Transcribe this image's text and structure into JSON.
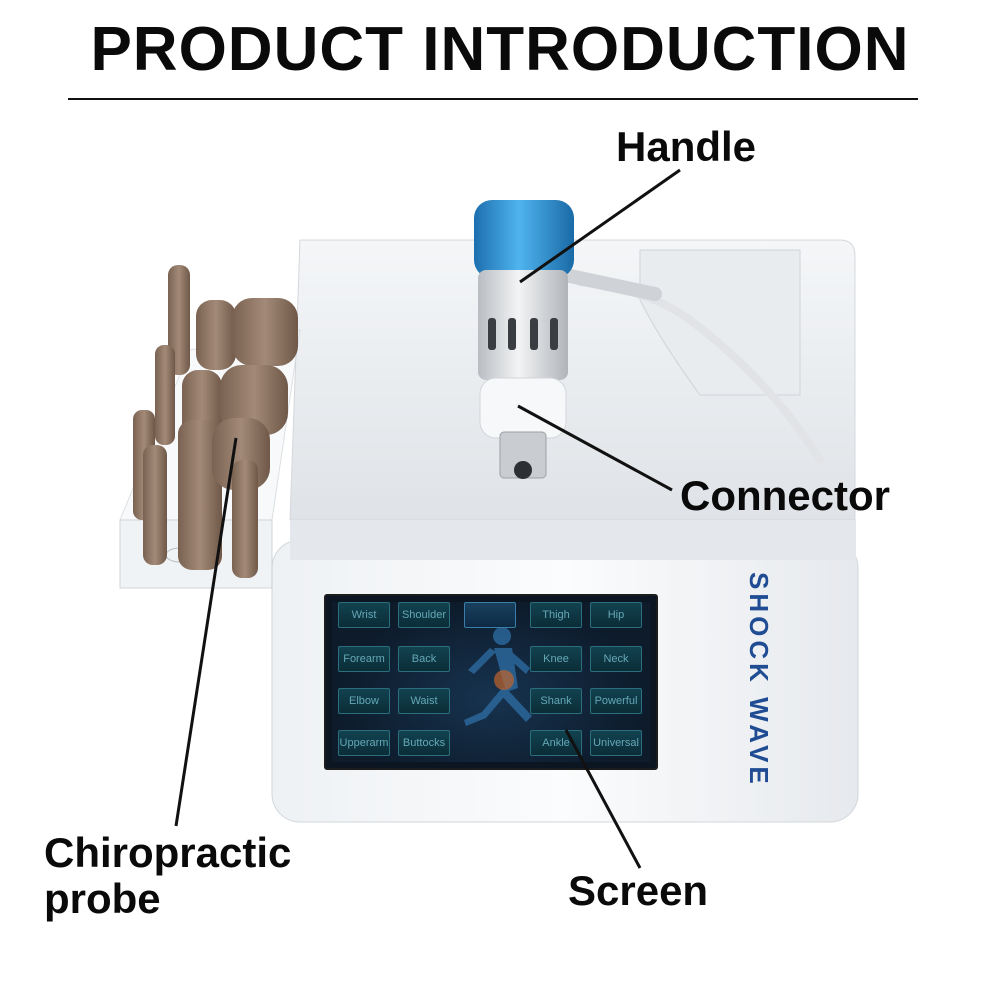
{
  "header": {
    "title": "PRODUCT INTRODUCTION"
  },
  "callouts": {
    "handle": "Handle",
    "connector": "Connector",
    "probe_line1": "Chiropractic",
    "probe_line2": "probe",
    "screen": "Screen"
  },
  "device": {
    "brand_text": "SHOCK WAVE",
    "screen_buttons": {
      "left_col1": [
        "Wrist",
        "Forearm",
        "Elbow",
        "Upperarm"
      ],
      "left_col2": [
        "Shoulder",
        "Back",
        "Waist",
        "Buttocks"
      ],
      "right_col1": [
        "Thigh",
        "Knee",
        "Shank",
        "Ankle"
      ],
      "right_col2": [
        "Hip",
        "Neck",
        "Powerful",
        "Universal"
      ]
    }
  },
  "colors": {
    "handle_cap": "#2a8fd0",
    "probe_heads": "#8c7463",
    "brand_text": "#1f4c92",
    "screen_bg": "#0d1b2b"
  }
}
